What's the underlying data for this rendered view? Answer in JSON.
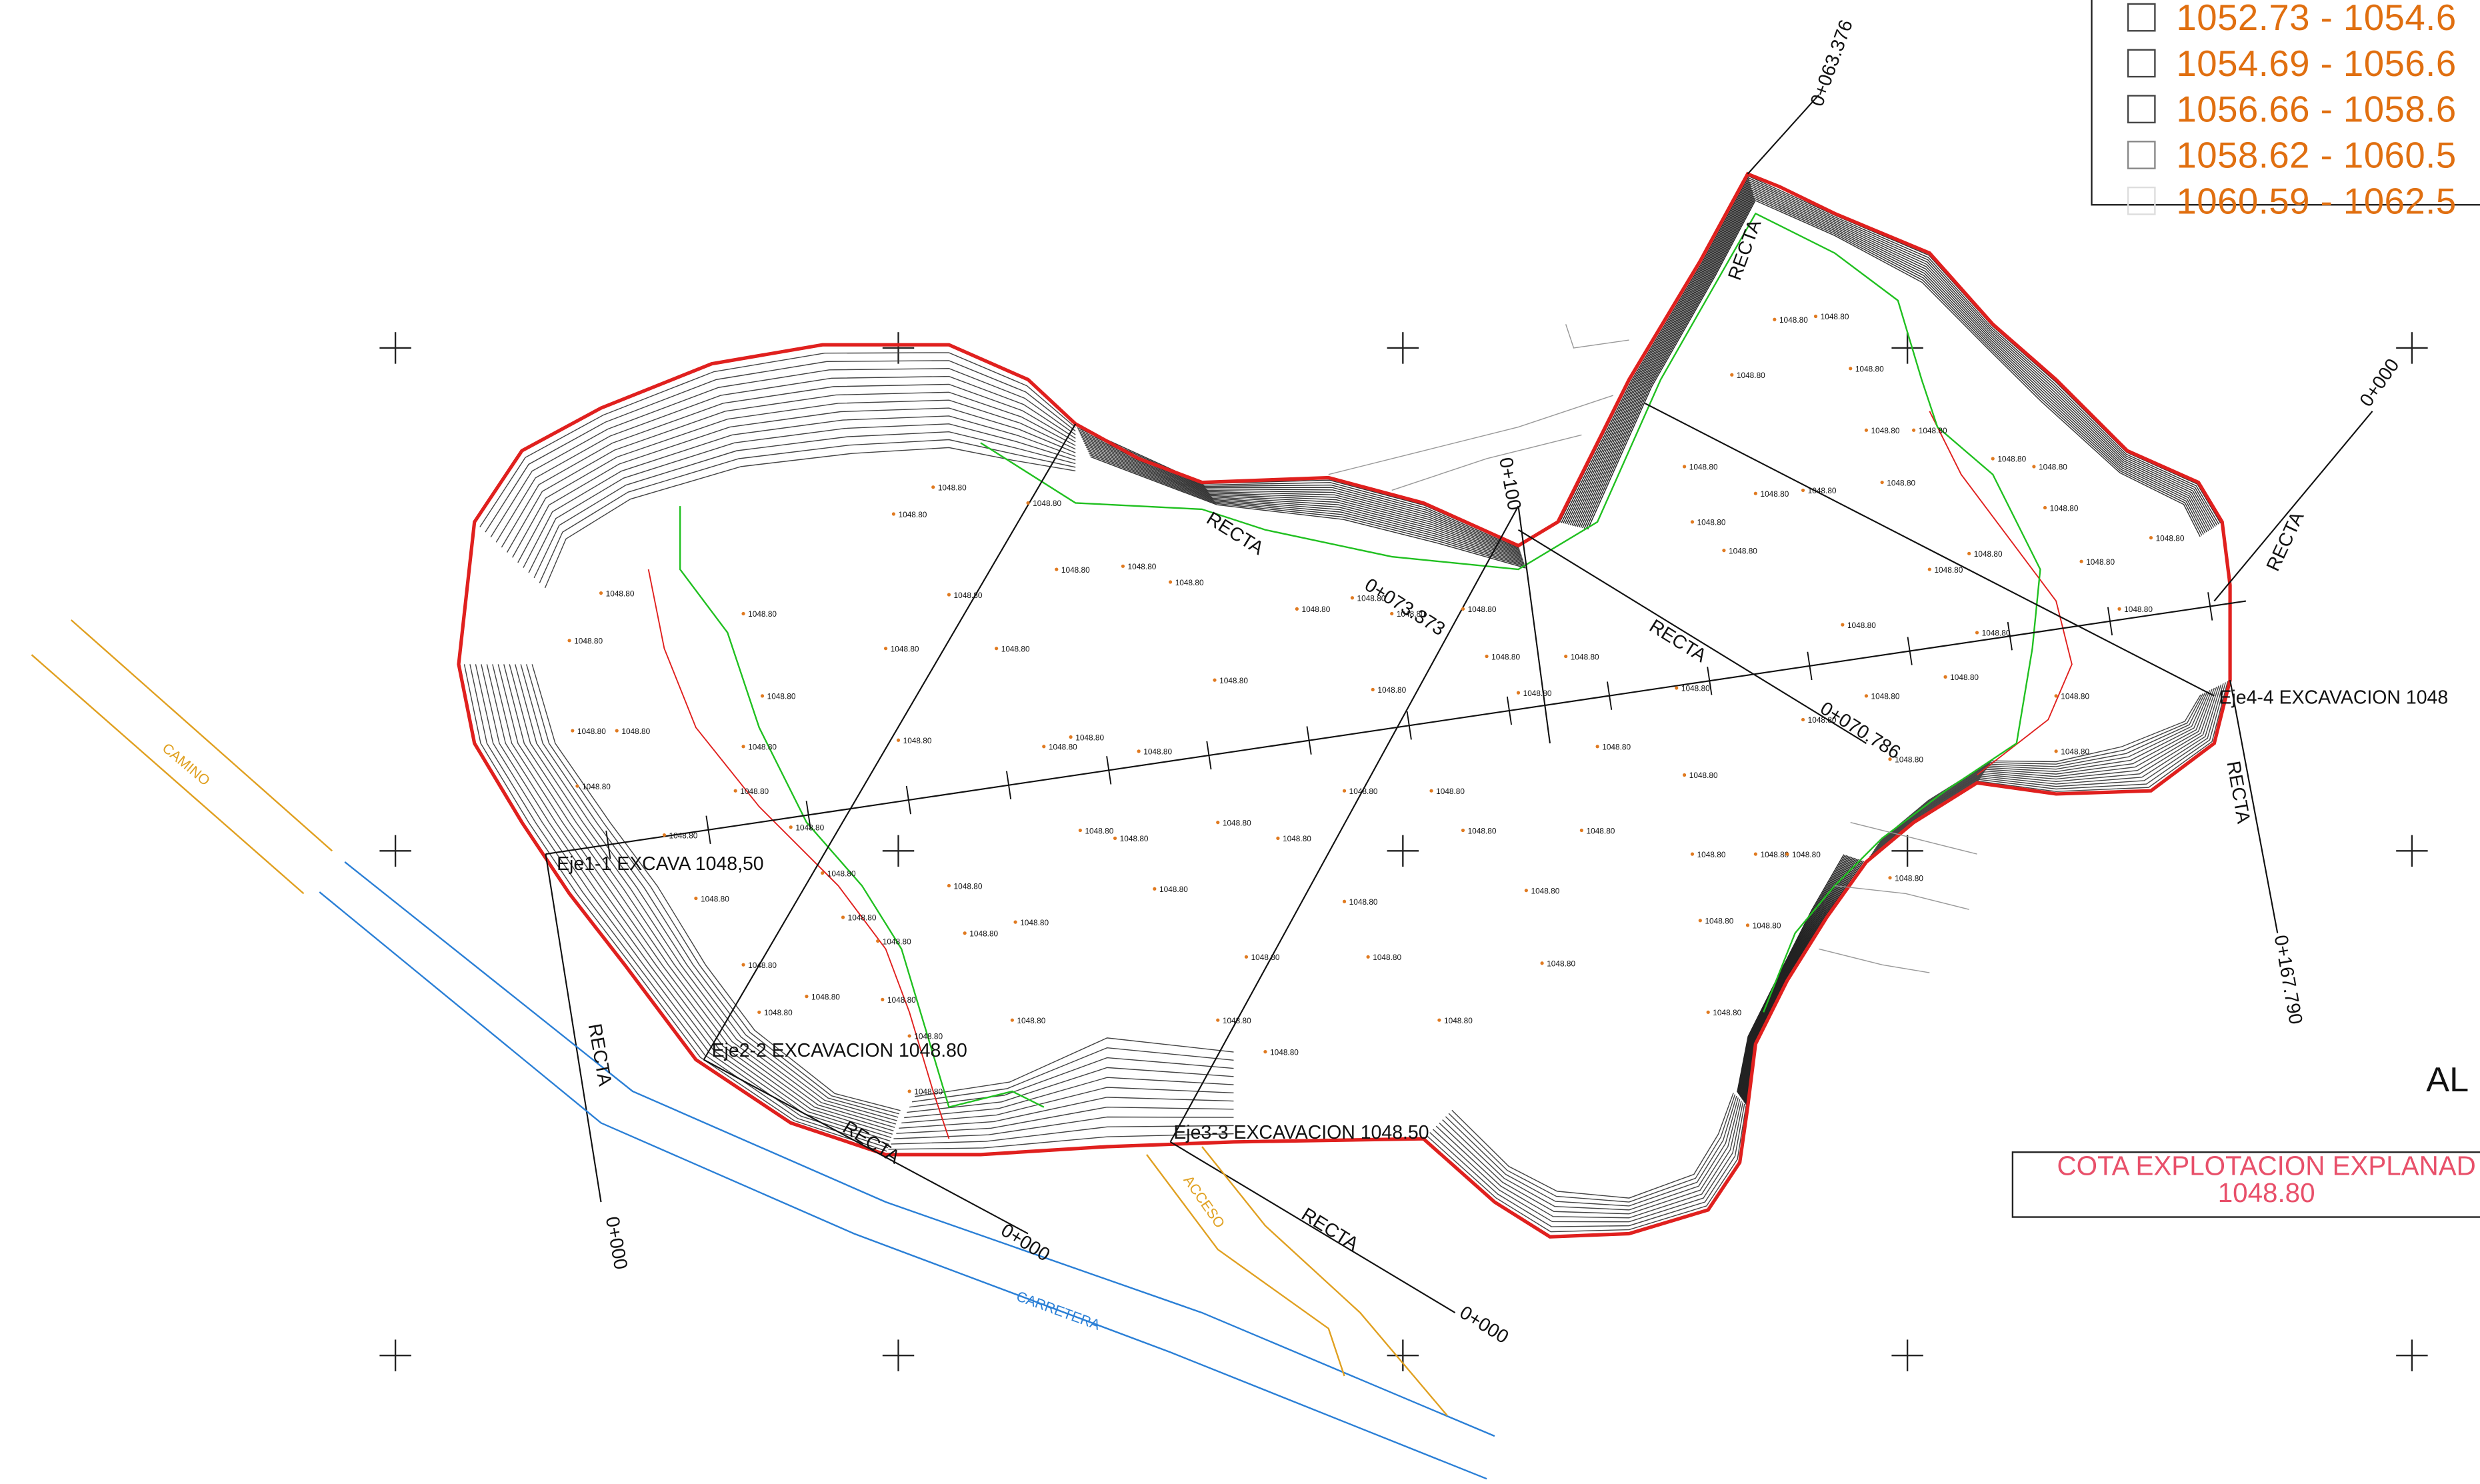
{
  "legend": {
    "items": [
      {
        "range": "1052.73 - 1054.6",
        "swatch": "#ffffff"
      },
      {
        "range": "1054.69 - 1056.6",
        "swatch": "#ffffff"
      },
      {
        "range": "1056.66 - 1058.6",
        "swatch": "#ffffff"
      },
      {
        "range": "1058.62 - 1060.5",
        "swatch": "#ffffff"
      },
      {
        "range": "1060.59 - 1062.5",
        "swatch": "#ffffff"
      }
    ]
  },
  "axes": {
    "eje1": "Eje1-1 EXCAVA 1048,50",
    "eje2": "Eje2-2 EXCAVACION 1048.80",
    "eje3": "Eje3-3 EXCAVACION 1048.50",
    "eje4": "Eje4-4 EXCAVACION 1048"
  },
  "stations": {
    "s_0_000_a": "0+000",
    "s_0_000_b": "0+000",
    "s_0_000_c": "0+000",
    "s_0_000_d": "0+000",
    "s_0_063": "0+063.376",
    "s_0_073": "0+073.373",
    "s_0_070": "0+070.786",
    "s_0_100": "0+100",
    "s_0_167": "0+167.790"
  },
  "recta_label": "RECTA",
  "roads": {
    "camino": "CAMINO",
    "acceso": "ACCESO",
    "carretera": "CARRETERA"
  },
  "cota": {
    "line1": "COTA EXPLOTACION EXPLANAD",
    "line2": "1048.80"
  },
  "alt_label": "AL",
  "elevation_label": "1048.80",
  "colors": {
    "boundary": "#e0201e",
    "toe_line": "#20c020",
    "road_blue": "#2a7fd6",
    "road_orange": "#e0a020",
    "legend_text": "#e06f10",
    "cota_text": "#e8506a"
  }
}
